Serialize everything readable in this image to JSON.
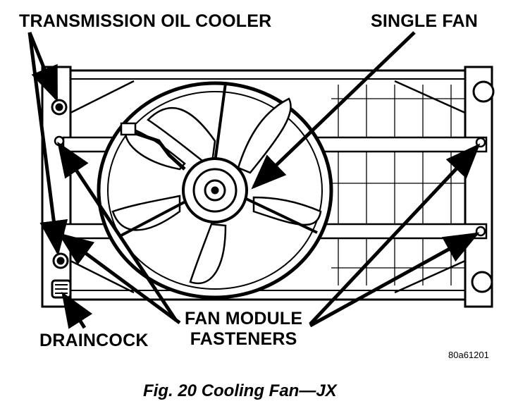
{
  "labels": {
    "transmission_oil_cooler": "TRANSMISSION OIL COOLER",
    "single_fan": "SINGLE FAN",
    "draincock": "DRAINCOCK",
    "fan_module_line1": "FAN MODULE",
    "fan_module_line2": "FASTENERS",
    "figure_code": "80a61201"
  },
  "caption": "Fig. 20 Cooling Fan—JX",
  "colors": {
    "ink": "#000000",
    "paper": "#ffffff"
  }
}
